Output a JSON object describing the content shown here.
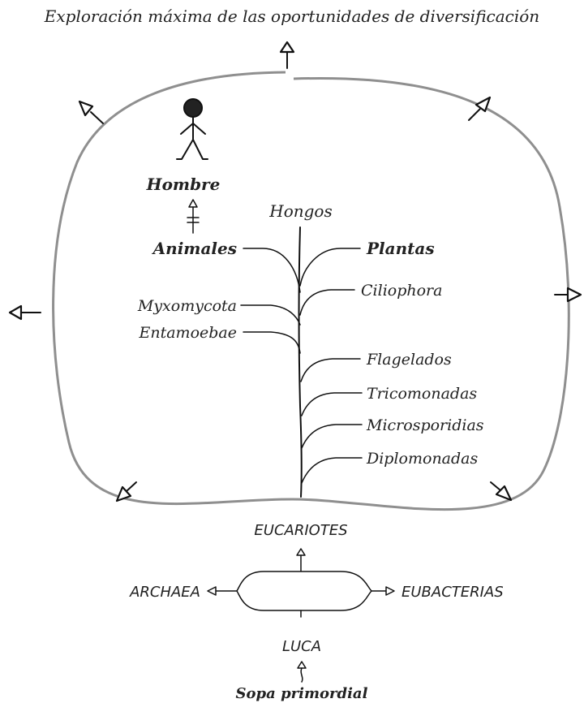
{
  "title": "Exploración máxima de las oportunidades de diversificación",
  "labels": {
    "hombre": "Hombre",
    "hongos": "Hongos",
    "animales": "Animales",
    "plantas": "Plantas",
    "ciliophora": "Ciliophora",
    "myxomycota": "Myxomycota",
    "entamoebae": "Entamoebae",
    "flagelados": "Flagelados",
    "tricomonadas": "Tricomonadas",
    "microsporidias": "Microsporidias",
    "diplomonadas": "Diplomonadas",
    "eucariotes": "EUCARIOTES",
    "archaea": "ARCHAEA",
    "eubacterias": "EUBACTERIAS",
    "luca": "LUCA",
    "sopa": "Sopa primordial"
  },
  "icons": {
    "person": "stick-figure-icon",
    "expansion_arrow": "arrow-icon"
  },
  "colors": {
    "ring": "#8f8f8f",
    "ink": "#111111",
    "text": "#222222"
  }
}
